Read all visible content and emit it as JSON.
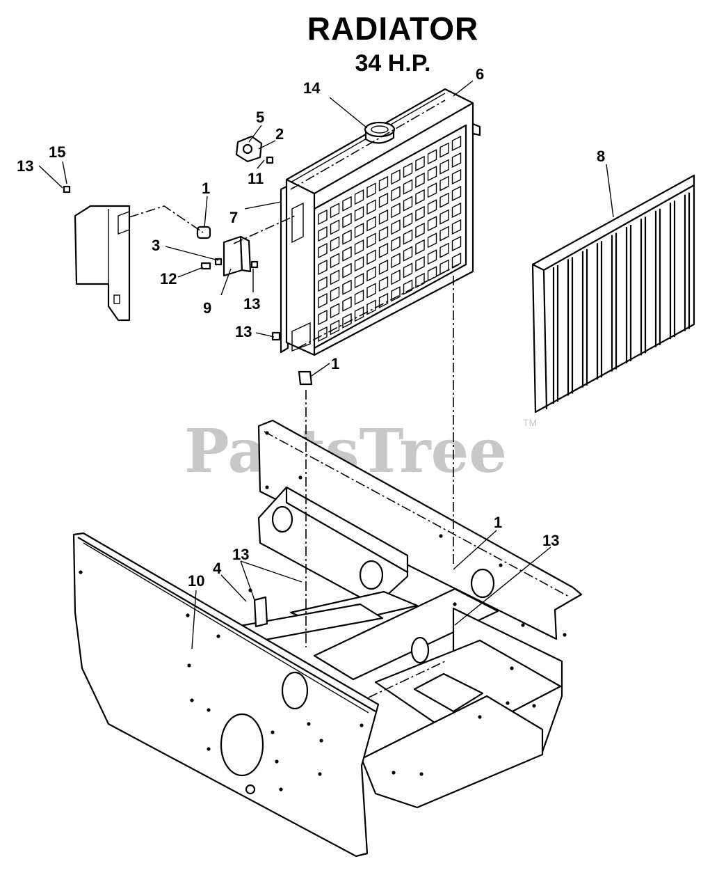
{
  "title": "RADIATOR",
  "subtitle": "34 H.P.",
  "watermark": "PartsTree",
  "watermark_tm": "TM",
  "callouts": {
    "c1a": "1",
    "c1b": "1",
    "c1c": "1",
    "c2": "2",
    "c3": "3",
    "c4": "4",
    "c5": "5",
    "c6": "6",
    "c7": "7",
    "c8": "8",
    "c9": "9",
    "c10": "10",
    "c11": "11",
    "c12": "12",
    "c13a": "13",
    "c13b": "13",
    "c13c": "13",
    "c13d": "13",
    "c13e": "13",
    "c14": "14",
    "c15": "15"
  }
}
